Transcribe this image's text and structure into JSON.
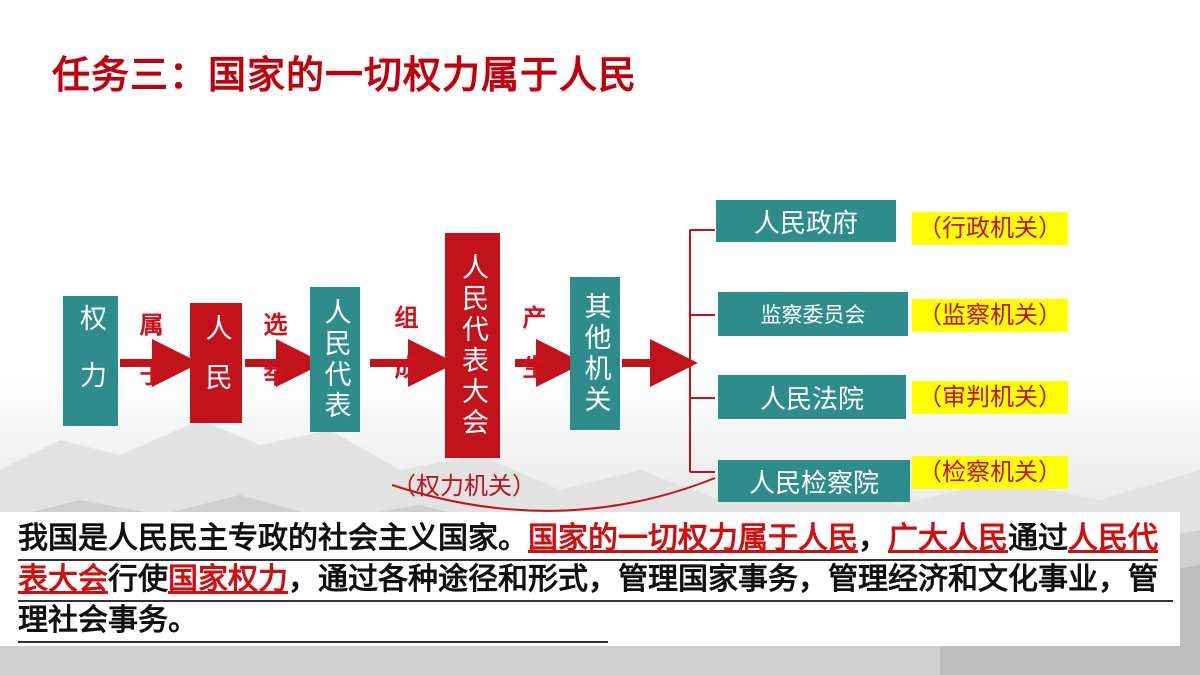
{
  "title": "任务三：国家的一切权力属于人民",
  "nodes": {
    "quanli": "权力",
    "renmin": "人民",
    "daibiao": "人民代表",
    "npc": "人民代表大会",
    "qita": "其他机关"
  },
  "edge_labels": {
    "shuyu": "属于",
    "xuanju": "选举",
    "zucheng": "组成",
    "chansheng": "产生"
  },
  "power_organ_tag": "（权力机关）",
  "organs": [
    {
      "name": "人民政府",
      "type": "（行政机关）"
    },
    {
      "name": "监察委员会",
      "type": "（监察机关）"
    },
    {
      "name": "人民法院",
      "type": "（审判机关）"
    },
    {
      "name": "人民检察院",
      "type": "（检察机关）"
    }
  ],
  "paragraph": {
    "s1": "我国是人民民主专政的社会主义国家。",
    "h1": "国家的一切权力属于人民",
    "s2": "，",
    "h2": "广大人民",
    "s3": "通过",
    "h3": "人民代表大会",
    "s4": "行使",
    "h4": "国家权力",
    "s5": "，通过各种途径和形式，管理国家事务，管理经济和文化事业，管理社会事务。"
  },
  "colors": {
    "accent_red": "#c0000f",
    "teal": "#2e8c8c",
    "highlight_yellow": "#ffff00"
  }
}
